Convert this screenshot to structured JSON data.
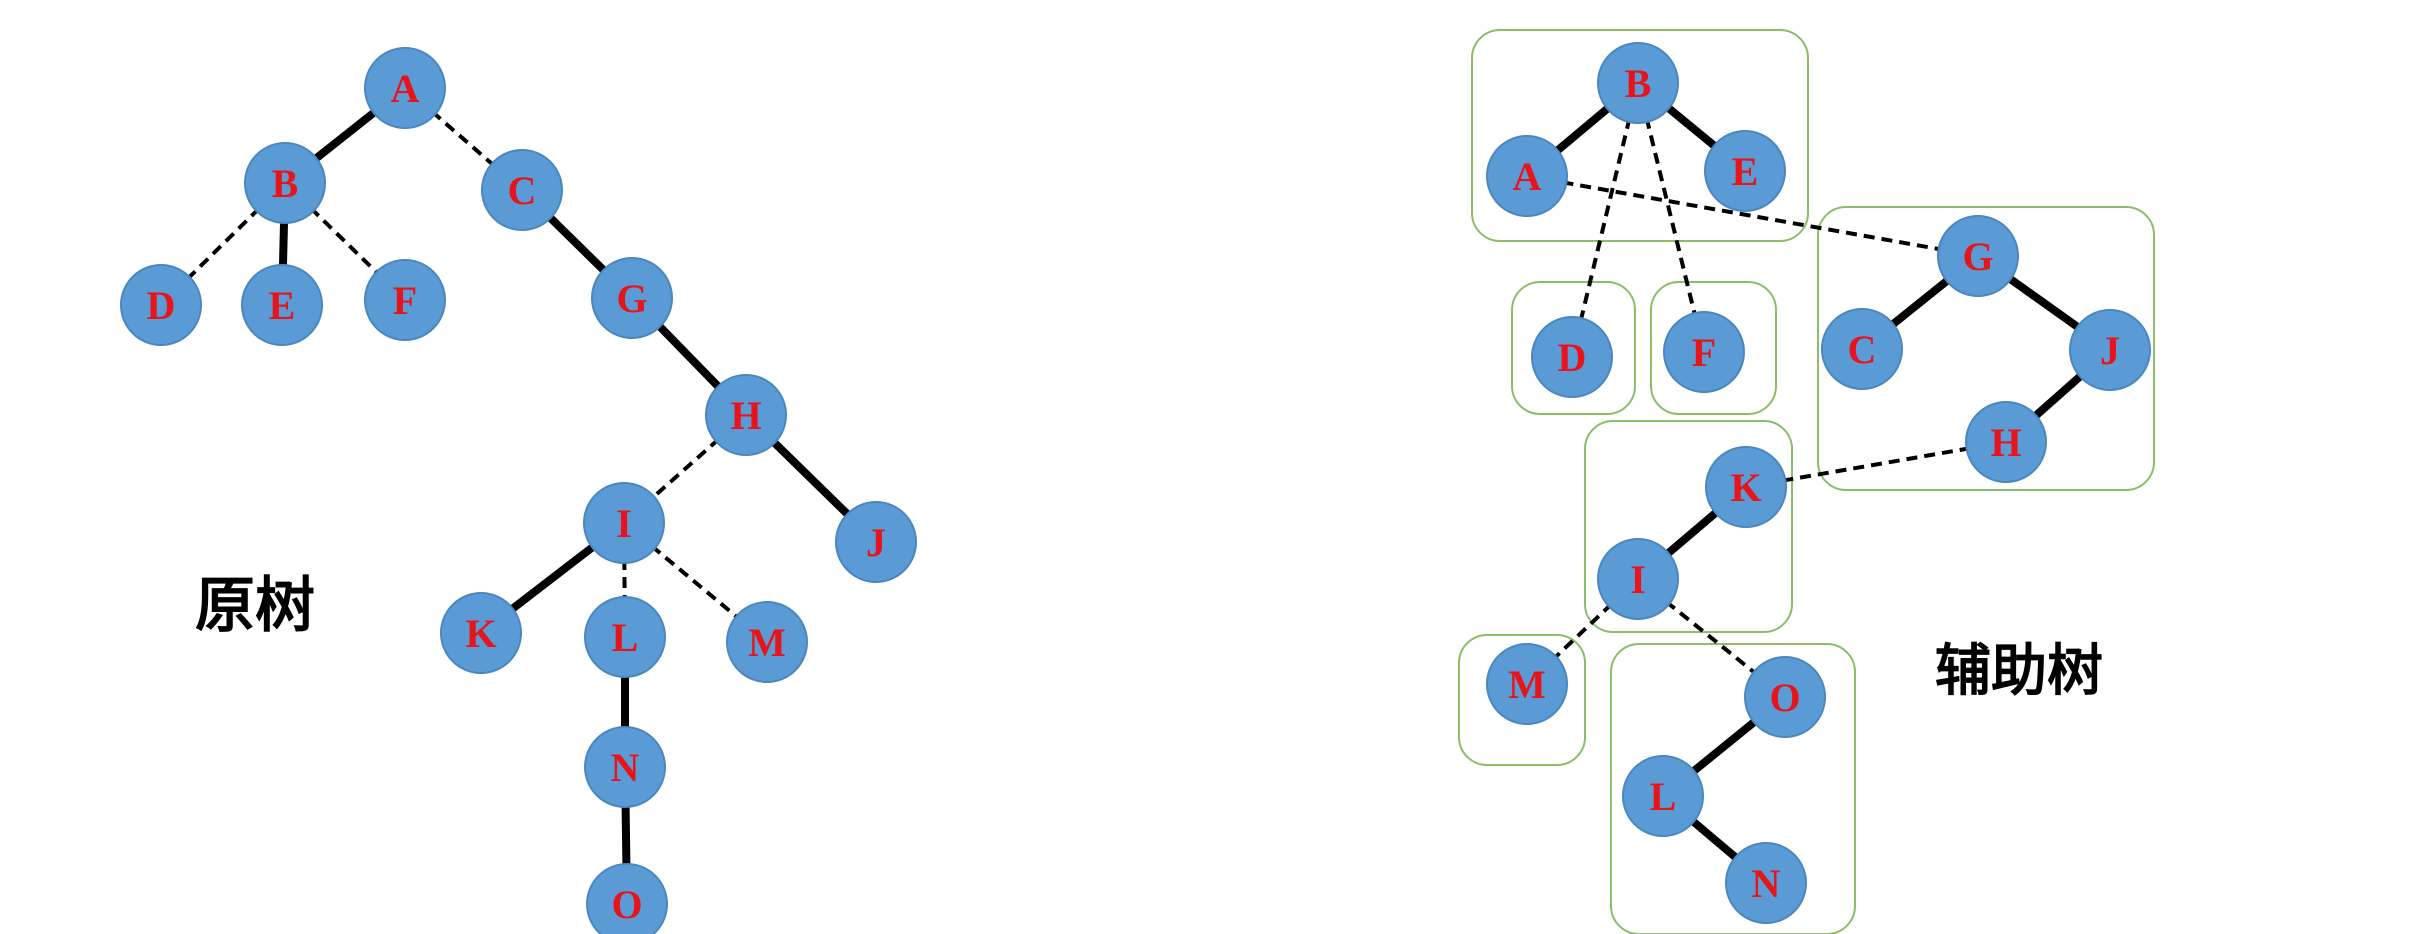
{
  "colors": {
    "node_fill": "#5b9bd5",
    "node_stroke": "#4a86bf",
    "node_label": "#e8141b",
    "solid_edge": "#000000",
    "dashed_edge": "#000000",
    "group_box": "#8bbd6a",
    "caption": "#000000"
  },
  "original_tree": {
    "caption": "原树",
    "nodes": [
      "A",
      "B",
      "C",
      "D",
      "E",
      "F",
      "G",
      "H",
      "I",
      "J",
      "K",
      "L",
      "M",
      "N",
      "O"
    ],
    "edges": [
      {
        "from": "A",
        "to": "B",
        "style": "solid"
      },
      {
        "from": "A",
        "to": "C",
        "style": "dashed"
      },
      {
        "from": "B",
        "to": "D",
        "style": "dashed"
      },
      {
        "from": "B",
        "to": "E",
        "style": "solid"
      },
      {
        "from": "B",
        "to": "F",
        "style": "dashed"
      },
      {
        "from": "C",
        "to": "G",
        "style": "solid"
      },
      {
        "from": "G",
        "to": "H",
        "style": "solid"
      },
      {
        "from": "H",
        "to": "I",
        "style": "dashed"
      },
      {
        "from": "H",
        "to": "J",
        "style": "solid"
      },
      {
        "from": "I",
        "to": "K",
        "style": "solid"
      },
      {
        "from": "I",
        "to": "L",
        "style": "dashed"
      },
      {
        "from": "I",
        "to": "M",
        "style": "dashed"
      },
      {
        "from": "L",
        "to": "N",
        "style": "solid"
      },
      {
        "from": "N",
        "to": "O",
        "style": "solid"
      }
    ]
  },
  "auxiliary_tree": {
    "caption": "辅助树",
    "nodes": [
      "B",
      "A",
      "E",
      "D",
      "F",
      "G",
      "C",
      "J",
      "H",
      "K",
      "I",
      "M",
      "O",
      "L",
      "N"
    ],
    "groups": [
      [
        "A",
        "B",
        "E"
      ],
      [
        "D"
      ],
      [
        "F"
      ],
      [
        "C",
        "G",
        "J",
        "H"
      ],
      [
        "K",
        "I"
      ],
      [
        "M"
      ],
      [
        "O",
        "L",
        "N"
      ]
    ],
    "edges": [
      {
        "from": "B",
        "to": "A",
        "style": "solid"
      },
      {
        "from": "B",
        "to": "E",
        "style": "solid"
      },
      {
        "from": "B",
        "to": "D",
        "style": "dashed"
      },
      {
        "from": "B",
        "to": "F",
        "style": "dashed"
      },
      {
        "from": "A",
        "to": "G",
        "style": "dashed"
      },
      {
        "from": "G",
        "to": "C",
        "style": "solid"
      },
      {
        "from": "G",
        "to": "J",
        "style": "solid"
      },
      {
        "from": "J",
        "to": "H",
        "style": "solid"
      },
      {
        "from": "H",
        "to": "K",
        "style": "dashed"
      },
      {
        "from": "K",
        "to": "I",
        "style": "solid"
      },
      {
        "from": "I",
        "to": "M",
        "style": "dashed"
      },
      {
        "from": "I",
        "to": "O",
        "style": "dashed"
      },
      {
        "from": "O",
        "to": "L",
        "style": "solid"
      },
      {
        "from": "L",
        "to": "N",
        "style": "solid"
      }
    ]
  }
}
